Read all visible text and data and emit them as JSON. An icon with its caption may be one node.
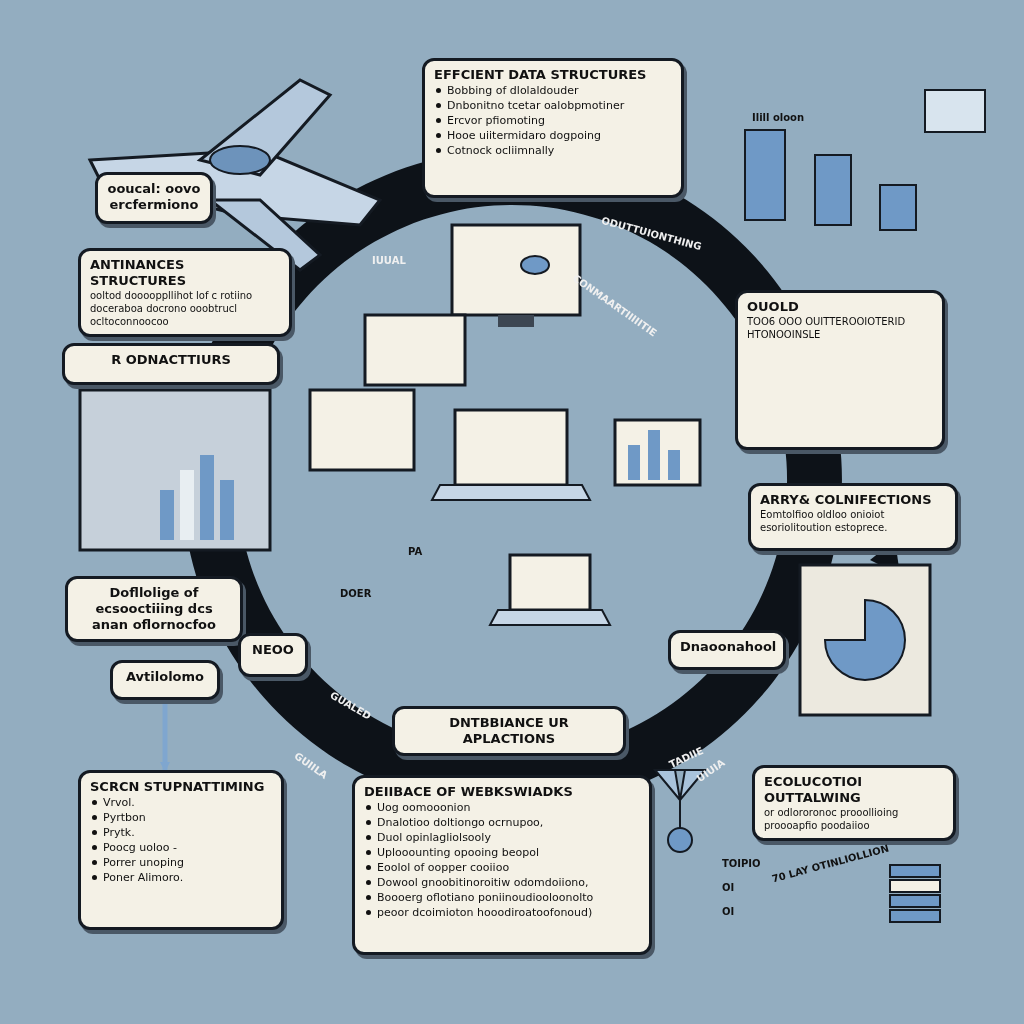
{
  "diagram": {
    "nodes": [
      {
        "text": [
          "EFFCIENT DATA STRUCTURES",
          "Bobbing of dlolaldouder",
          "Dnbonitno tcetar oalobpmotiner",
          "Ercvor pfiomoting",
          "Hooe uiitermidaro dogpoing",
          "Cotnock ocliimnally"
        ]
      },
      {
        "text": [
          "ooucal: oovo ercfermiono"
        ]
      },
      {
        "text": [
          "ANTINANCES STRUCTURES",
          "ooltod dooooppllihot lof c rotiino doceraboa docrono ooobtrucl ocltoconnoocoo"
        ]
      },
      {
        "text": [
          "R ODNACTTIURS"
        ]
      },
      {
        "text": [
          "OUOLD",
          "TOO6 OOO OUITTEROOIOTERID HTONOOINSLE"
        ]
      },
      {
        "text": [
          "ARRY& COLNIFECTIONS",
          "Eomtolfioo oldloo onioiot esoriolitoution estoprece."
        ]
      },
      {
        "text": [
          "Dofllolige of ecsooctiiing dcs anan oflornocfoo"
        ]
      },
      {
        "text": [
          "NEOO"
        ]
      },
      {
        "text": [
          "DNTBBIANCE UR APLACTIONS"
        ]
      },
      {
        "text": [
          "SCRCN STUPNATTIMING",
          "Vrvol.",
          "Pyrtbon",
          "Prytk.",
          "Poocg uoloo -",
          "Porrer unoping",
          "Poner Alimoro."
        ]
      },
      {
        "text": [
          "DEIIBACE OF WEBKSWIADKS",
          "Uog oomooonion",
          "Dnalotioo doltiongo ocrnupoo,",
          "Duol opinlagliolsooly",
          "Uplooounting opooing beopol",
          "Eoolol of oopper cooiioo",
          "Dowool gnoobitinoroitiw odomdoiiono,",
          "Boooerg oflotiano poniinoudiooloonolto",
          "peoor dcoimioton hooodiroatoofonoud)"
        ]
      },
      {
        "text": [
          "ECOLUCOTIOI OUTTALWING",
          "or odlororonoc prooollioing proooapfio poodaiioo"
        ]
      },
      {
        "text": [
          "Dnaoonahool"
        ]
      },
      {
        "text": [
          "Avtilolomo"
        ]
      }
    ],
    "edges": [
      {
        "from": 13,
        "to": 9,
        "arrow": "to"
      }
    ],
    "labels": [
      "Ilill oloon",
      "IUUAL",
      "ODUTTUIONTHING",
      "CONMAARTIIIIITIE",
      "PA",
      "DOER",
      "GUALED",
      "GUIILA",
      "TADIIE",
      "UIUIA",
      "70 LAY OTINLIOLLION",
      "TOIPIO",
      "OI",
      "OI"
    ]
  }
}
